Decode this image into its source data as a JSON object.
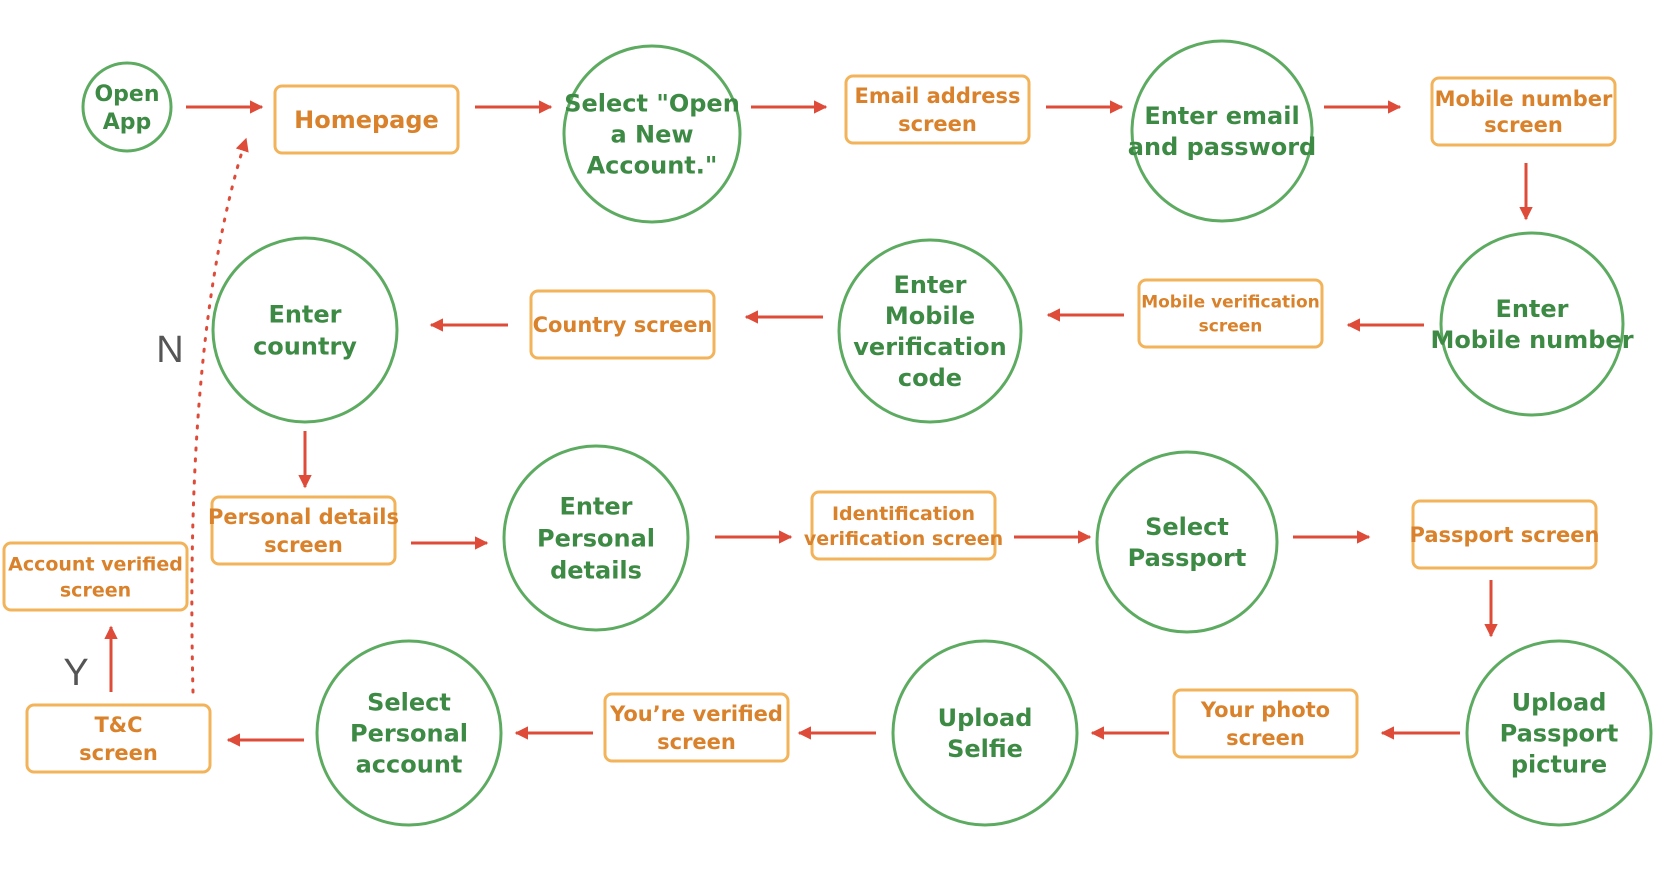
{
  "colors": {
    "action_stroke": "#5cab60",
    "action_text": "#3d8a45",
    "screen_stroke": "#f2b35a",
    "screen_text": "#d9822b",
    "arrow": "#de4b39",
    "branch_text": "#555555"
  },
  "nodes": {
    "open_app": [
      "Open",
      "App"
    ],
    "homepage": [
      "Homepage"
    ],
    "select_open_account": [
      "Select \"Open",
      "a New",
      "Account.\""
    ],
    "email_screen": [
      "Email address",
      "screen"
    ],
    "enter_email_password": [
      "Enter email",
      "and password"
    ],
    "mobile_number_screen": [
      "Mobile number",
      "screen"
    ],
    "enter_mobile_number": [
      "Enter",
      "Mobile number"
    ],
    "mobile_verification_screen": [
      "Mobile verification",
      "screen"
    ],
    "enter_mobile_code": [
      "Enter",
      "Mobile",
      "verification",
      "code"
    ],
    "country_screen": [
      "Country screen"
    ],
    "enter_country": [
      "Enter",
      "country"
    ],
    "personal_details_screen": [
      "Personal details",
      "screen"
    ],
    "enter_personal_details": [
      "Enter",
      "Personal",
      "details"
    ],
    "identification_screen": [
      "Identification",
      "verification screen"
    ],
    "select_passport": [
      "Select",
      "Passport"
    ],
    "passport_screen": [
      "Passport screen"
    ],
    "upload_passport_picture": [
      "Upload",
      "Passport",
      "picture"
    ],
    "your_photo_screen": [
      "Your photo",
      "screen"
    ],
    "upload_selfie": [
      "Upload",
      "Selfie"
    ],
    "youre_verified_screen": [
      "You’re verified",
      "screen"
    ],
    "select_personal_account": [
      "Select",
      "Personal",
      "account"
    ],
    "tc_screen": [
      "T&C",
      "screen"
    ],
    "account_verified_screen": [
      "Account verified",
      "screen"
    ]
  },
  "branches": {
    "no": "N",
    "yes": "Y"
  }
}
